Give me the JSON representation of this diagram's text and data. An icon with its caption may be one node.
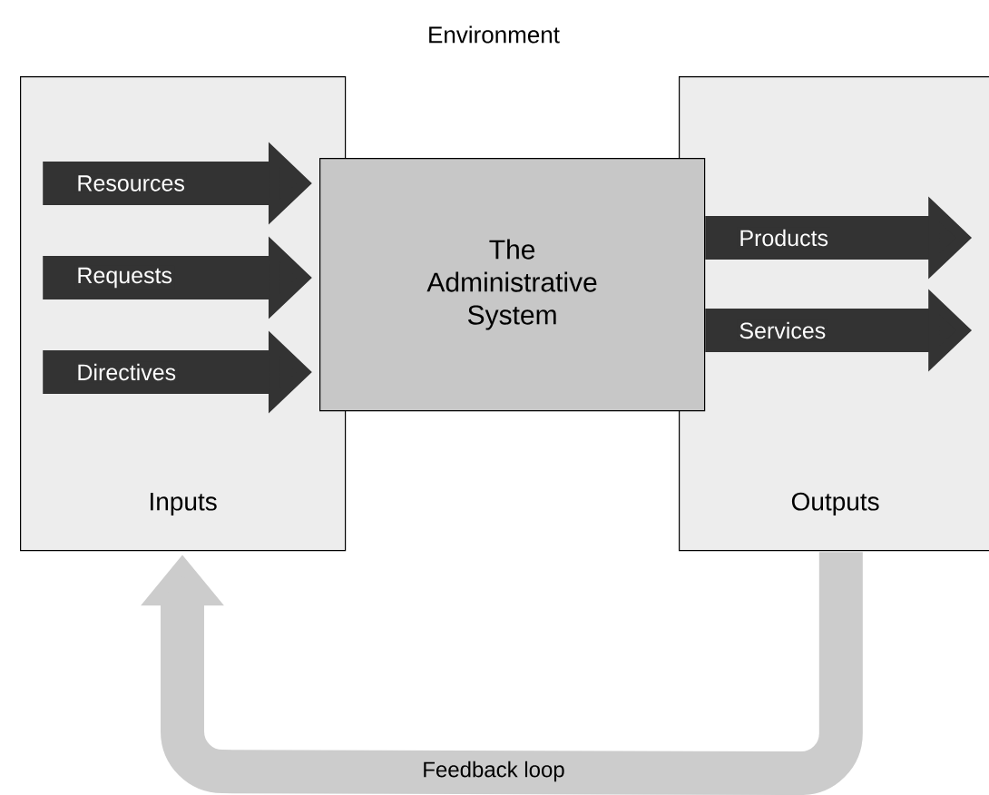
{
  "diagram": {
    "title": "Environment",
    "nodes": [
      {
        "text": [
          "Inputs"
        ]
      },
      {
        "text": [
          "The Administrative System"
        ]
      },
      {
        "text": [
          "Outputs"
        ]
      }
    ],
    "edges": [
      {
        "from": 0,
        "to": 1,
        "arrow": "to",
        "label": "Resources"
      },
      {
        "from": 0,
        "to": 1,
        "arrow": "to",
        "label": "Requests"
      },
      {
        "from": 0,
        "to": 1,
        "arrow": "to",
        "label": "Directives"
      },
      {
        "from": 1,
        "to": 2,
        "arrow": "to",
        "label": "Products"
      },
      {
        "from": 1,
        "to": 2,
        "arrow": "to",
        "label": "Services"
      },
      {
        "from": 2,
        "to": 0,
        "arrow": "to",
        "label": "Feedback loop",
        "color": "#cccccc"
      }
    ]
  }
}
